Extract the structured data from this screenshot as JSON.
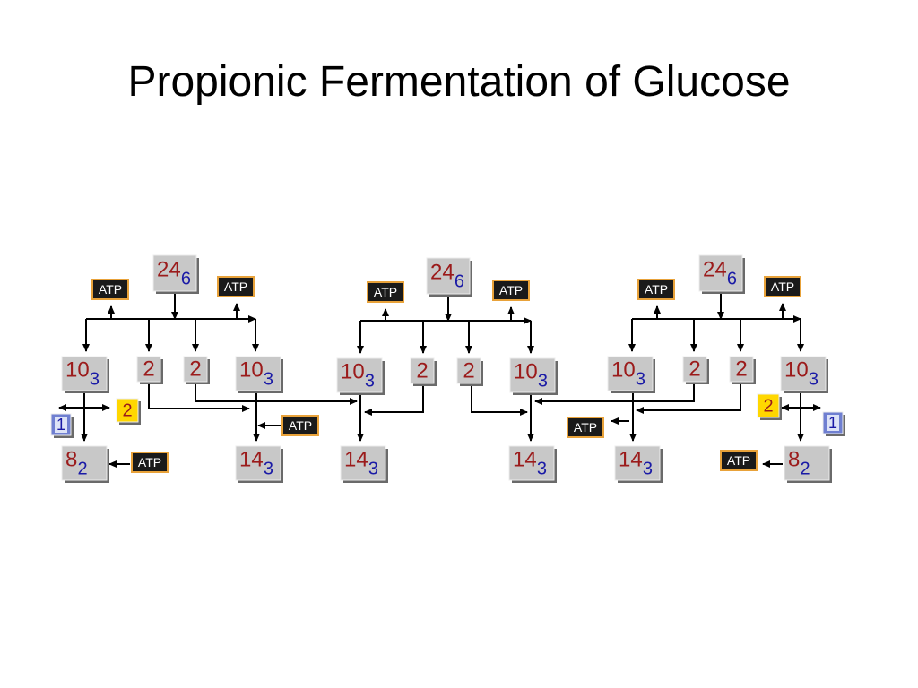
{
  "slide": {
    "title": "Propionic Fermentation of Glucose"
  },
  "colors": {
    "box_fill": "#c8c8c8",
    "box_highlight": "#ececec",
    "box_shadow": "#6a6a6a",
    "carbon_text": "#9b1b1b",
    "phosphate_text": "#1a1aa6",
    "atp_fill": "#1a1a1a",
    "atp_border": "#e8a23a",
    "atp_text": "#ffffff",
    "yellow_fill": "#ffd700",
    "blue_fill": "#6f7fd1",
    "arrow": "#000000"
  },
  "labels": {
    "atp": "ATP"
  },
  "nodes": [
    {
      "id": "a-24",
      "carbons": "24",
      "subscript": "6"
    },
    {
      "id": "a-10-left",
      "carbons": "10",
      "subscript": "3"
    },
    {
      "id": "a-2-left",
      "carbons": "2",
      "subscript": ""
    },
    {
      "id": "a-2-right",
      "carbons": "2",
      "subscript": ""
    },
    {
      "id": "a-10-right",
      "carbons": "10",
      "subscript": "3"
    },
    {
      "id": "a-2-yellow",
      "carbons": "2",
      "subscript": ""
    },
    {
      "id": "a-1-blue",
      "carbons": "1",
      "subscript": ""
    },
    {
      "id": "a-8",
      "carbons": "8",
      "subscript": "2"
    },
    {
      "id": "a-14",
      "carbons": "14",
      "subscript": "3"
    },
    {
      "id": "b-24",
      "carbons": "24",
      "subscript": "6"
    },
    {
      "id": "b-10-left",
      "carbons": "10",
      "subscript": "3"
    },
    {
      "id": "b-2-left",
      "carbons": "2",
      "subscript": ""
    },
    {
      "id": "b-2-right",
      "carbons": "2",
      "subscript": ""
    },
    {
      "id": "b-10-right",
      "carbons": "10",
      "subscript": "3"
    },
    {
      "id": "b-14-left",
      "carbons": "14",
      "subscript": "3"
    },
    {
      "id": "b-14-right",
      "carbons": "14",
      "subscript": "3"
    },
    {
      "id": "c-24",
      "carbons": "24",
      "subscript": "6"
    },
    {
      "id": "c-10-left",
      "carbons": "10",
      "subscript": "3"
    },
    {
      "id": "c-2-left",
      "carbons": "2",
      "subscript": ""
    },
    {
      "id": "c-2-right",
      "carbons": "2",
      "subscript": ""
    },
    {
      "id": "c-10-right",
      "carbons": "10",
      "subscript": "3"
    },
    {
      "id": "c-2-yellow",
      "carbons": "2",
      "subscript": ""
    },
    {
      "id": "c-1-blue",
      "carbons": "1",
      "subscript": ""
    },
    {
      "id": "c-8",
      "carbons": "8",
      "subscript": "2"
    },
    {
      "id": "c-14",
      "carbons": "14",
      "subscript": "3"
    }
  ]
}
